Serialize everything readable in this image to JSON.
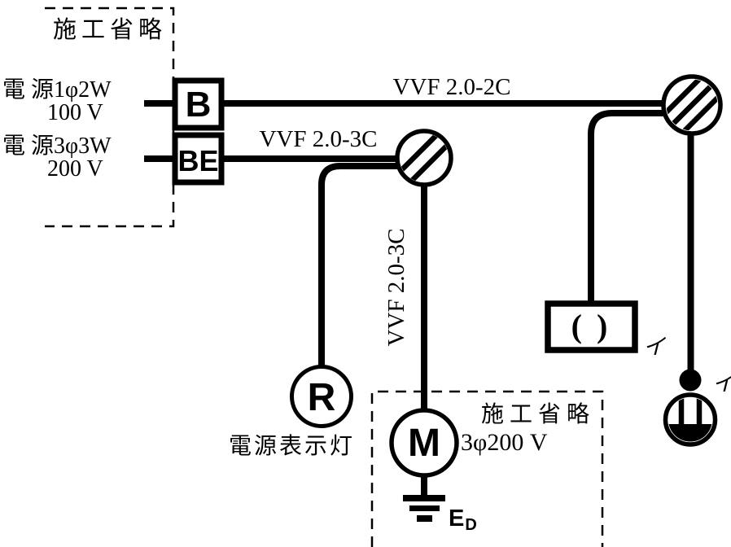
{
  "colors": {
    "ink": "#000000",
    "paper": "#ffffff"
  },
  "source_panel": {
    "note": "施工省略",
    "sources": [
      {
        "line1": "電 源1φ2W",
        "line2": "100 V",
        "breaker": "B"
      },
      {
        "line1": "電 源3φ3W",
        "line2": "200 V",
        "breaker": "BE"
      }
    ]
  },
  "cables": {
    "top_run": "VVF 2.0-2C",
    "middle_run": "VVF 2.0-3C",
    "vertical_run": "VVF 2.0-3C"
  },
  "indicator_lamp": {
    "letter": "R",
    "caption": "電源表示灯"
  },
  "motor_section": {
    "note": "施工省略",
    "motor_letter": "M",
    "spec": "3φ200 V",
    "ground_label": "E",
    "ground_label_sub": "D"
  },
  "ceiling_fixture": {
    "symbol": "( )",
    "circuit_label": "イ"
  },
  "pendant_lamp": {
    "circuit_label": "イ"
  },
  "symbols_legend": {
    "junction_box_icon": "circle with diagonal hatching (VVF joint box)",
    "breaker_icon": "square box with letter B / BE",
    "ground_icon": "earth electrode bars (ED)",
    "ceiling_fixture_icon": "rectangle containing ( )",
    "pendant_lamp_icon": "filled dot above striped globe lamp"
  }
}
